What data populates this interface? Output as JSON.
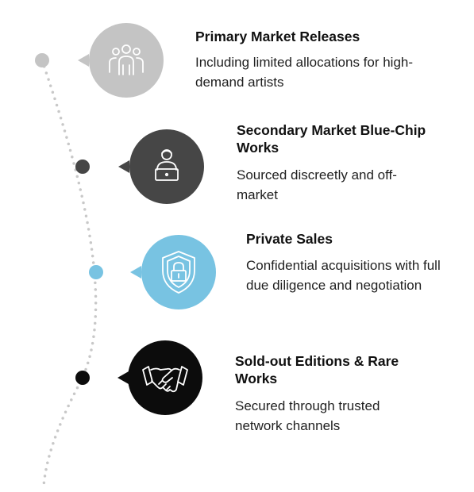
{
  "colors": {
    "item1": "#c4c4c4",
    "item2": "#464646",
    "item3": "#78c3e2",
    "item4": "#0c0c0c",
    "dotted_line": "#c8c8c8"
  },
  "items": [
    {
      "title": "Primary Market Releases",
      "description": "Including limited allocations for high-demand artists",
      "icon": "people-group-icon"
    },
    {
      "title": "Secondary Market Blue-Chip Works",
      "description": "Sourced discreetly and off-market",
      "icon": "person-laptop-icon"
    },
    {
      "title": "Private Sales",
      "description": "Confidential acquisitions with full due diligence and negotiation",
      "icon": "shield-lock-icon"
    },
    {
      "title": "Sold-out Editions & Rare Works",
      "description": "Secured through trusted network channels",
      "icon": "handshake-icon"
    }
  ]
}
